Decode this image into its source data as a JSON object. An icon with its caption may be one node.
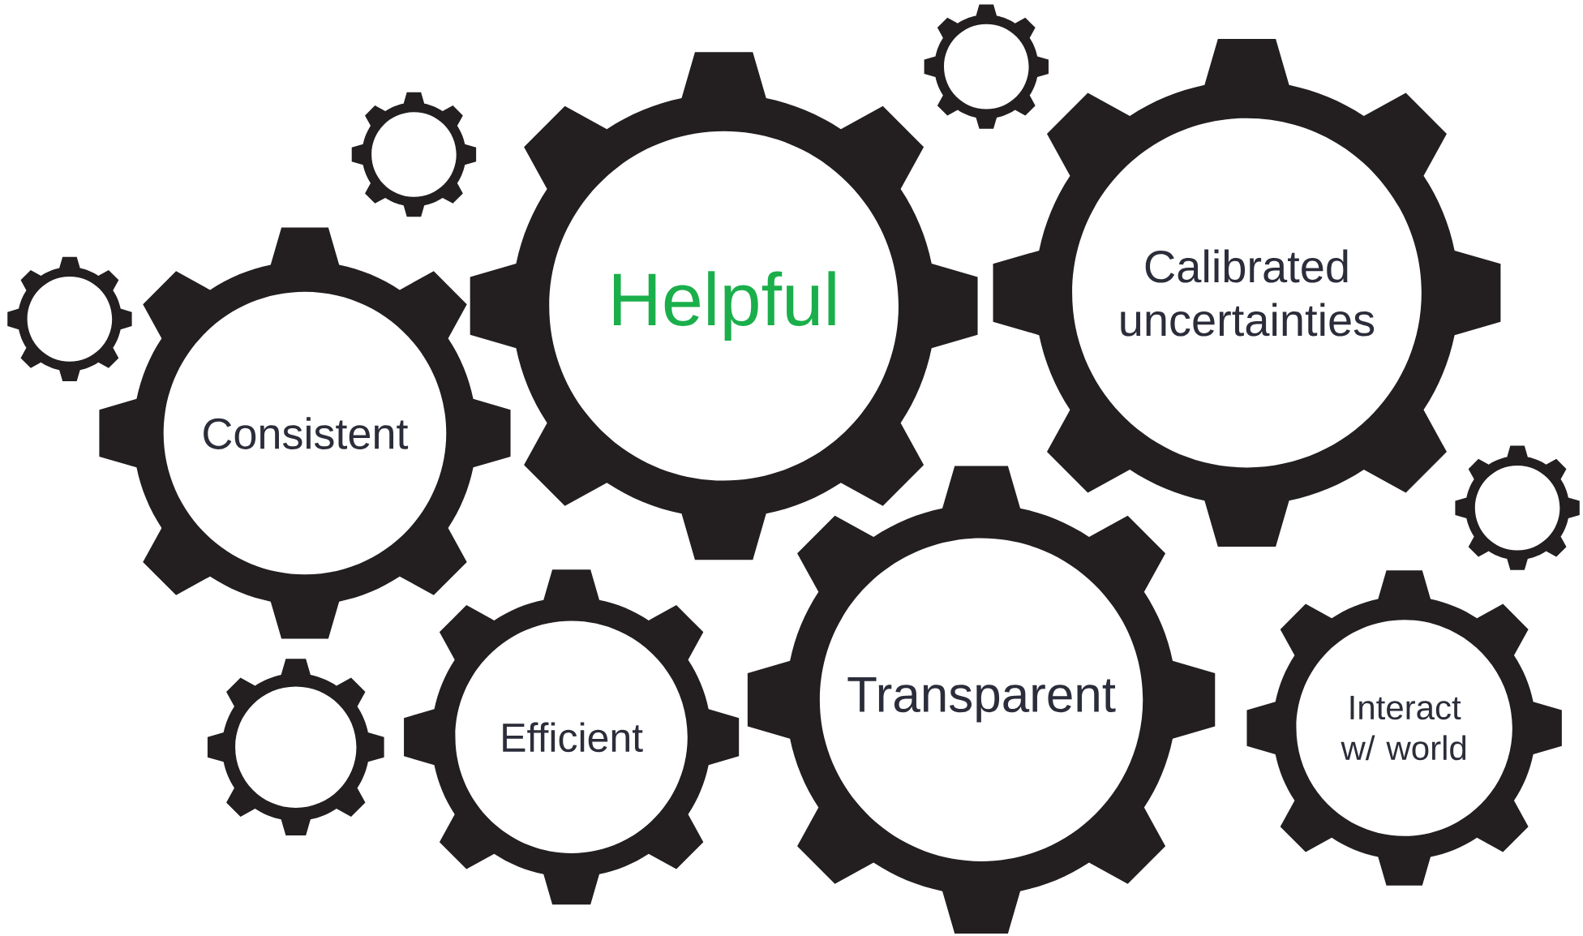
{
  "diagram": {
    "nodes": [
      {
        "text": [],
        "shape": "gear"
      },
      {
        "text": [],
        "shape": "gear"
      },
      {
        "text": [
          "Helpful"
        ]
      },
      {
        "text": [
          "Calibrated uncertainties"
        ]
      },
      {
        "text": [],
        "shape": "gear"
      },
      {
        "text": [
          "Consistent"
        ]
      },
      {
        "text": [],
        "shape": "gear"
      },
      {
        "text": [],
        "shape": "gear"
      },
      {
        "text": [
          "Efficient"
        ]
      },
      {
        "text": [
          "Transparent"
        ]
      },
      {
        "text": [
          "Interact w/ world"
        ]
      }
    ]
  }
}
